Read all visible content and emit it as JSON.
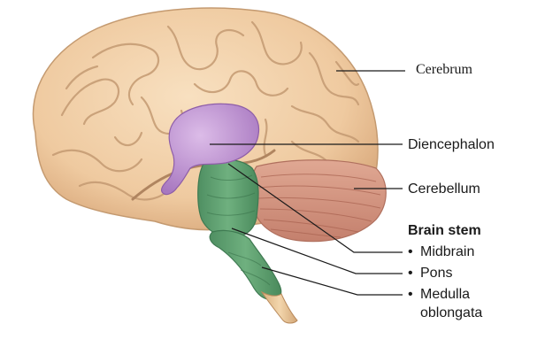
{
  "labels": {
    "cerebrum": "Cerebrum",
    "diencephalon": "Diencephalon",
    "cerebellum": "Cerebellum",
    "brain_stem_heading": "Brain stem",
    "midbrain": "Midbrain",
    "pons": "Pons",
    "medulla_line1": "Medulla",
    "medulla_line2": "oblongata"
  },
  "colors": {
    "cerebrum": "#f0cfa8",
    "cerebrum_folds": "#c9a27a",
    "diencephalon": "#c79ad6",
    "cerebellum": "#d79a86",
    "brain_stem": "#5d9e6f",
    "spinal_cord": "#e9c69a",
    "leader_line": "#1a1a1a"
  }
}
